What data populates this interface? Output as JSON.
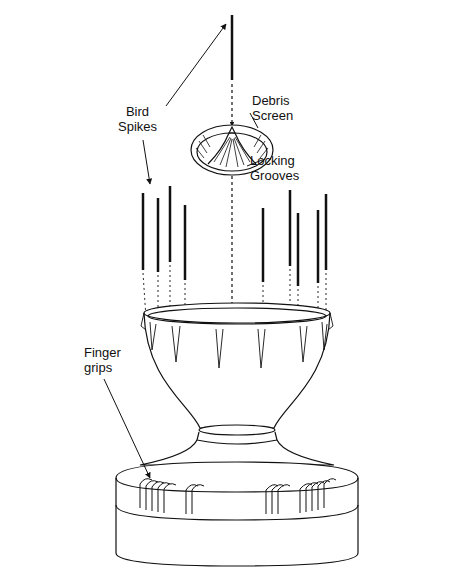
{
  "diagram": {
    "labels": [
      "Bird Spikes",
      "Debris Screen",
      "Locking Grooves",
      "Finger grips"
    ]
  }
}
